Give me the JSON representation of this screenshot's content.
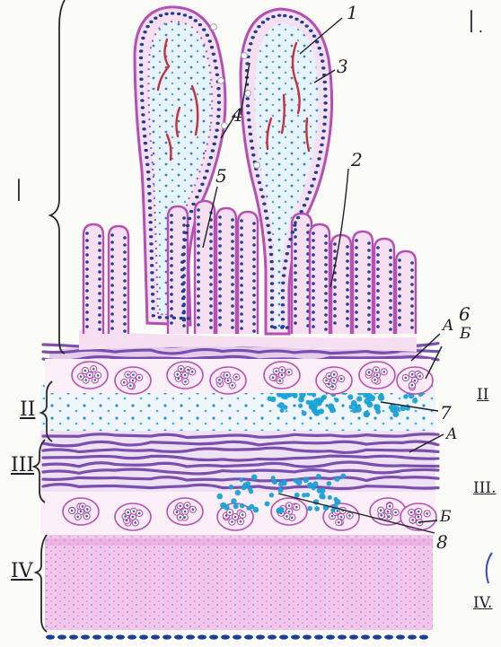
{
  "figure": {
    "corner_label": "I.",
    "layer_labels": [
      "I",
      "II",
      "III",
      "IV"
    ],
    "right_edge_labels": [
      "II",
      "III.",
      "IV."
    ],
    "callouts": [
      "1",
      "2",
      "3",
      "4",
      "5",
      "6",
      "7",
      "8"
    ],
    "sublayer_labels": {
      "six_a": "A",
      "six_b": "Б",
      "three_a": "A",
      "three_b": "Б"
    }
  },
  "colors": {
    "membrane": "#b64fb4",
    "nucleus": "#2f5fb0",
    "nucleus_dark": "#1d3f92",
    "capillary": "#c8303a",
    "pink_fill": "#f6dff0",
    "deep_pink": "#e99fd6",
    "muscle": "#6e3fa6",
    "gland_cyan": "#1aa1d6",
    "bracket": "#2a2a2a"
  }
}
